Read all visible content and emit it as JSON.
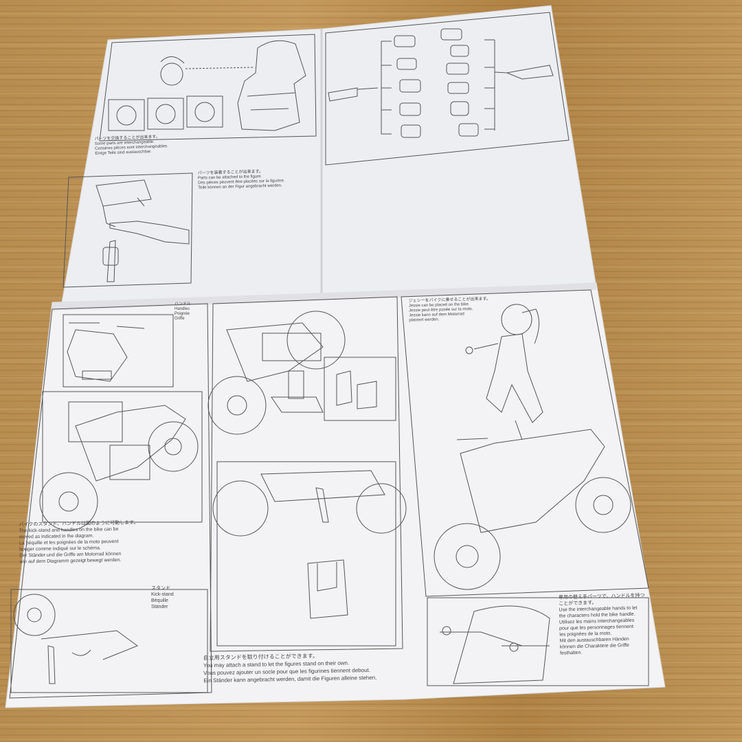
{
  "face_parts": {
    "jp": "パーツを交換することが出来ます。",
    "en": "Some parts are interchangeable.",
    "fr": "Certaines pièces sont interchangeables.",
    "de": "Einige Teile sind austauschbar."
  },
  "attach_parts": {
    "jp": "パーツを装着することが出来ます。",
    "en": "Parts can be attached to the figure.",
    "fr": "Des pièces peuvent être placées sur la figurine.",
    "de": "Teile können an der Figur angebracht werden."
  },
  "handle_label": {
    "jp": "ハンドル",
    "en": "Handles",
    "fr": "Poignée",
    "de": "Griffe"
  },
  "kickstand_text": {
    "jp": "バイクのスタンド、ハンドルは図のように可動します。",
    "en1": "The kick-stand and handles on the bike can be",
    "en2": "moved as indicated in the diagram.",
    "fr1": "La béquille et les poignées de la moto peuvent",
    "fr2": "bouger comme indiqué sur le schéma.",
    "de1": "Der Ständer und die Griffe am Motorrad können",
    "de2": "wie auf dem Diagramm gezeigt bewegt werden."
  },
  "stand_label": {
    "jp": "スタンド",
    "en": "Kick-stand",
    "fr": "Béquille",
    "de": "Ständer"
  },
  "figure_stand_text": {
    "jp": "自立用スタンドを取り付けることができます。",
    "en": "You may attach a stand to let the figures stand on their own.",
    "fr": "Vous pouvez ajouter un socle pour que les figurines tiennent debout.",
    "de": "Ein Ständer kann angebracht werden, damit die Figuren alleine stehen."
  },
  "jessie_text": {
    "jp": "ジェシーをバイクに乗せることが出来ます。",
    "en": "Jessie can be placed on the bike.",
    "fr": "Jessie peut être posée sur la moto.",
    "de1": "Jessie kann auf dem Motorrad",
    "de2": "platziert werden."
  },
  "hands_text": {
    "jp1": "専用の替え手パーツで、ハンドルを持つ",
    "jp2": "ことができます。",
    "en1": "Use the interchangeable hands to let",
    "en2": "the characters hold the bike handle.",
    "fr1": "Utilisez les mains interchangeables",
    "fr2": "pour que les personnages tiennent",
    "fr3": "les poignées de la moto.",
    "de1": "Mit den austauschbaren Händen",
    "de2": "können die Charaktere die Griffe",
    "de3": "festhalten."
  },
  "colors": {
    "paper": "#f4f4f6",
    "ink": "#3a3a3a",
    "table": "#b88d50"
  }
}
